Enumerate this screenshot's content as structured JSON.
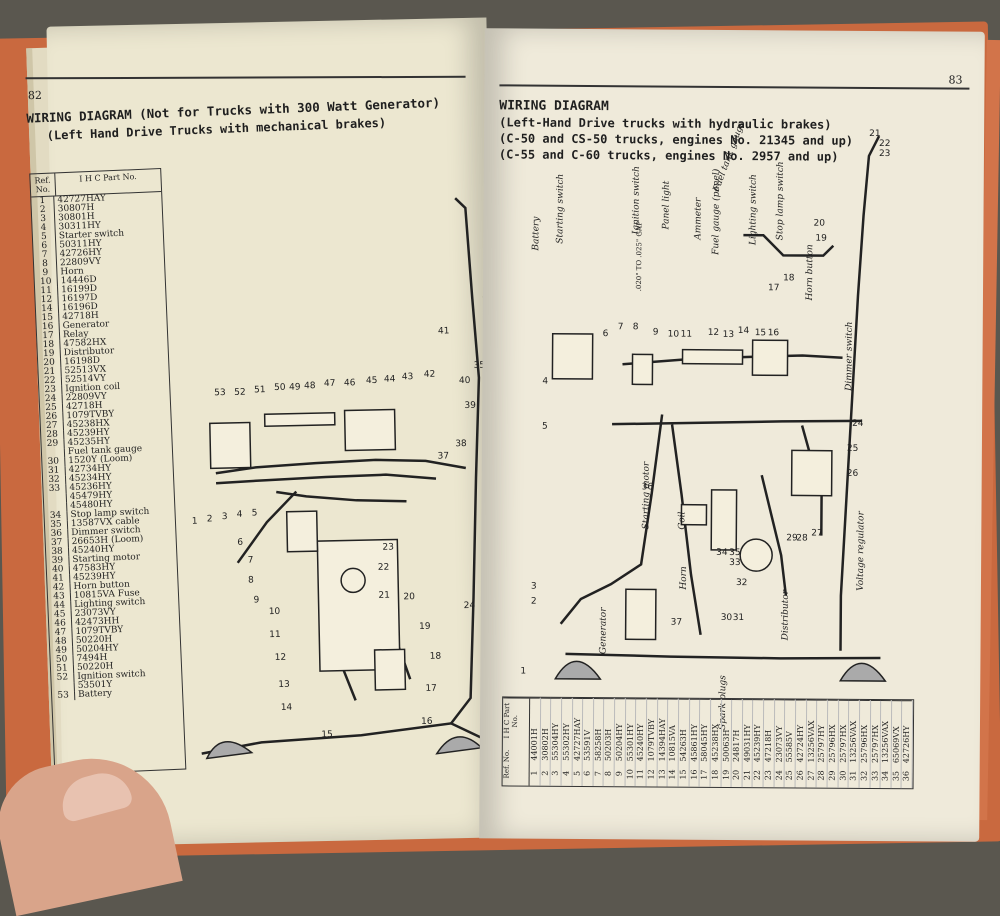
{
  "left_page": {
    "page_number": "82",
    "title": "WIRING DIAGRAM (Not for Trucks with 300 Watt Generator)",
    "subtitle": "(Left Hand Drive Trucks with mechanical brakes)",
    "legend_header": {
      "ref": "Ref. No.",
      "part": "I H C Part No."
    },
    "legend": [
      {
        "n": "1",
        "p": "42727HAY"
      },
      {
        "n": "2",
        "p": "30807H"
      },
      {
        "n": "3",
        "p": "30801H"
      },
      {
        "n": "4",
        "p": "30311HY"
      },
      {
        "n": "5",
        "p": "Starter switch"
      },
      {
        "n": "6",
        "p": "50311HY"
      },
      {
        "n": "7",
        "p": "42726HY"
      },
      {
        "n": "8",
        "p": "22809VY"
      },
      {
        "n": "9",
        "p": "Horn"
      },
      {
        "n": "10",
        "p": "14446D"
      },
      {
        "n": "11",
        "p": "16199D"
      },
      {
        "n": "12",
        "p": "16197D"
      },
      {
        "n": "14",
        "p": "16196D"
      },
      {
        "n": "15",
        "p": "42718H"
      },
      {
        "n": "16",
        "p": "Generator"
      },
      {
        "n": "17",
        "p": "Relay"
      },
      {
        "n": "18",
        "p": "47582HX"
      },
      {
        "n": "19",
        "p": "Distributor"
      },
      {
        "n": "20",
        "p": "16198D"
      },
      {
        "n": "21",
        "p": "52513VX"
      },
      {
        "n": "22",
        "p": "52514VY"
      },
      {
        "n": "23",
        "p": "Ignition coil"
      },
      {
        "n": "24",
        "p": "22809VY"
      },
      {
        "n": "25",
        "p": "42718H"
      },
      {
        "n": "26",
        "p": "1079TVBY"
      },
      {
        "n": "27",
        "p": "45238HX"
      },
      {
        "n": "28",
        "p": "45239HY"
      },
      {
        "n": "29",
        "p": "45235HY"
      },
      {
        "n": "",
        "p": "Fuel tank gauge"
      },
      {
        "n": "30",
        "p": "1520Y (Loom)"
      },
      {
        "n": "31",
        "p": "42734HY"
      },
      {
        "n": "32",
        "p": "45234HY"
      },
      {
        "n": "33",
        "p": "45236HY"
      },
      {
        "n": "",
        "p": "45479HY"
      },
      {
        "n": "",
        "p": "45480HY"
      },
      {
        "n": "34",
        "p": "Stop lamp switch"
      },
      {
        "n": "35",
        "p": "13587VX cable"
      },
      {
        "n": "36",
        "p": "Dimmer switch"
      },
      {
        "n": "37",
        "p": "26653H (Loom)"
      },
      {
        "n": "38",
        "p": "45240HY"
      },
      {
        "n": "39",
        "p": "Starting motor"
      },
      {
        "n": "40",
        "p": "47583HY"
      },
      {
        "n": "41",
        "p": "45239HY"
      },
      {
        "n": "42",
        "p": "Horn button"
      },
      {
        "n": "43",
        "p": "10815VA Fuse"
      },
      {
        "n": "44",
        "p": "Lighting switch"
      },
      {
        "n": "45",
        "p": "23073VY"
      },
      {
        "n": "46",
        "p": "42473HH"
      },
      {
        "n": "47",
        "p": "1079TVBY"
      },
      {
        "n": "48",
        "p": "50220H"
      },
      {
        "n": "49",
        "p": "50204HY"
      },
      {
        "n": "50",
        "p": "7494H"
      },
      {
        "n": "51",
        "p": "50220H"
      },
      {
        "n": "52",
        "p": "Ignition switch"
      },
      {
        "n": "",
        "p": "53501Y"
      },
      {
        "n": "53",
        "p": "Battery"
      }
    ]
  },
  "right_page": {
    "page_number": "83",
    "title": "WIRING DIAGRAM",
    "subtitle_lines": [
      "(Left-Hand Drive trucks with hydraulic brakes)",
      "(C-50 and CS-50 trucks, engines No. 21345 and up)",
      "(C-55 and C-60 trucks, engines No. 2957 and up)"
    ],
    "diagram_labels": {
      "battery": "Battery",
      "starting_switch": "Starting switch",
      "ignition_switch": "Ignition switch",
      "panel_light": "Panel light",
      "ammeter": "Ammeter",
      "fuel_gauge": "Fuel gauge (panel)",
      "lighting_switch": "Lighting switch",
      "stop_lamp_switch": "Stop lamp switch",
      "horn_button": "Horn button",
      "dimmer_switch": "Dimmer switch",
      "fuel_tank_gauge": "Fuel tank gauge",
      "starting_motor": "Starting motor",
      "coil": "Coil",
      "horn": "Horn",
      "generator": "Generator",
      "distributor": "Distributor",
      "voltage_regulator": "Voltage regulator",
      "spark_plugs": "Spark plugs",
      "gap": ".020\" TO .025\" GAP"
    },
    "table_header": {
      "ref": "Ref. No.",
      "part": "I H C Part No."
    },
    "table": [
      {
        "n": "1",
        "p": "44001H"
      },
      {
        "n": "2",
        "p": "30802H"
      },
      {
        "n": "3",
        "p": "55304HY"
      },
      {
        "n": "4",
        "p": "55302HY"
      },
      {
        "n": "5",
        "p": "42727HAY"
      },
      {
        "n": "6",
        "p": "53591V"
      },
      {
        "n": "7",
        "p": "58258H"
      },
      {
        "n": "8",
        "p": "50203H"
      },
      {
        "n": "9",
        "p": "50204HY"
      },
      {
        "n": "10",
        "p": "55301HY"
      },
      {
        "n": "11",
        "p": "45240HY"
      },
      {
        "n": "12",
        "p": "1079TVBY"
      },
      {
        "n": "13",
        "p": "14394HAY"
      },
      {
        "n": "14",
        "p": "10815VA"
      },
      {
        "n": "15",
        "p": "54263H"
      },
      {
        "n": "16",
        "p": "45861HY"
      },
      {
        "n": "17",
        "p": "58045HY"
      },
      {
        "n": "18",
        "p": "45238HX"
      },
      {
        "n": "19",
        "p": "50063H"
      },
      {
        "n": "20",
        "p": "24817H"
      },
      {
        "n": "21",
        "p": "49031HY"
      },
      {
        "n": "22",
        "p": "45239HY"
      },
      {
        "n": "23",
        "p": "47218H"
      },
      {
        "n": "24",
        "p": "23073VY"
      },
      {
        "n": "25",
        "p": "55585V"
      },
      {
        "n": "26",
        "p": "42724HY"
      },
      {
        "n": "27",
        "p": "13256VAX"
      },
      {
        "n": "28",
        "p": "25797HY"
      },
      {
        "n": "29",
        "p": "25796HX"
      },
      {
        "n": "30",
        "p": "25797HX"
      },
      {
        "n": "31",
        "p": "13256VAX"
      },
      {
        "n": "32",
        "p": "25796HX"
      },
      {
        "n": "33",
        "p": "25797HX"
      },
      {
        "n": "34",
        "p": "13256VAX"
      },
      {
        "n": "35",
        "p": "65069VX"
      },
      {
        "n": "36",
        "p": "42726HY"
      }
    ]
  }
}
